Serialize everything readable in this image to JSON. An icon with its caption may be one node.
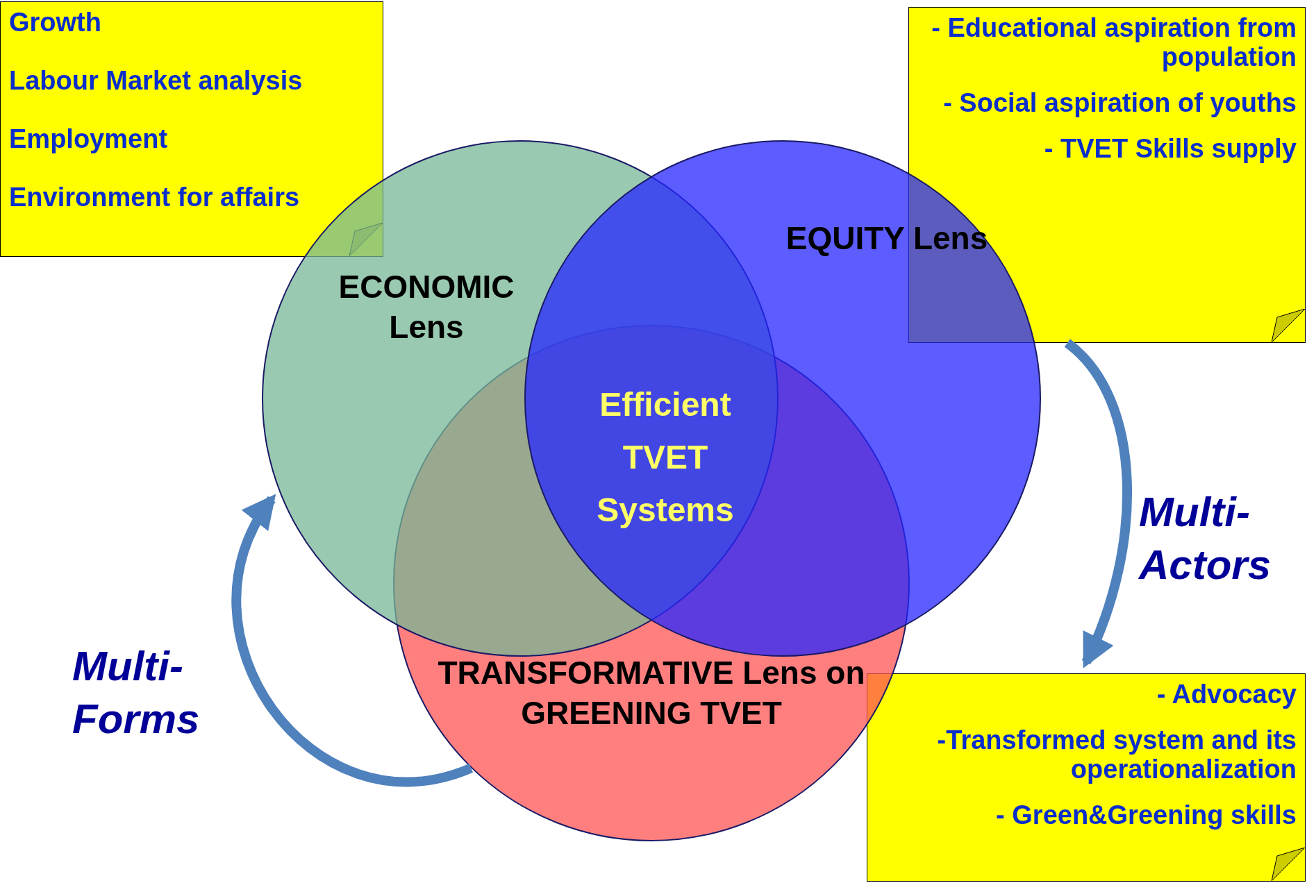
{
  "diagram": {
    "nodes": [
      {
        "text": [
          "Growth",
          "Labour Market analysis",
          "Employment",
          "Environment for affairs"
        ]
      },
      {
        "text": [
          "- Educational aspiration from population",
          "- Social aspiration of youths",
          "- TVET Skills supply"
        ]
      },
      {
        "text": [
          "ECONOMIC Lens"
        ]
      },
      {
        "text": [
          "EQUITY Lens"
        ]
      },
      {
        "text": [
          "TRANSFORMATIVE Lens on GREENING TVET"
        ]
      },
      {
        "text": [
          "-  Advocacy",
          "-Transformed system and its operationalization",
          "- Green&Greening skills"
        ]
      }
    ],
    "edges": [
      {
        "from": 1,
        "to": 5,
        "arrow": "to"
      },
      {
        "from": 4,
        "to": 2,
        "arrow": "to"
      }
    ],
    "labels": [
      "Efficient TVET Systems",
      "Multi-Actors",
      "Multi-Forms"
    ]
  }
}
